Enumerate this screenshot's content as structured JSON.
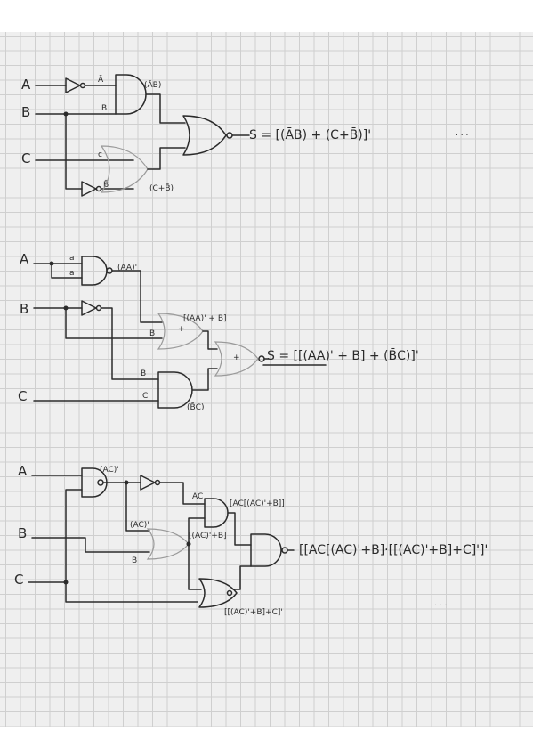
{
  "circuit1": {
    "input_a": "A",
    "input_b": "B",
    "input_c": "C",
    "and_in1": "Ā",
    "and_in2": "B",
    "and_out": "(ĀB)",
    "or_in1": "c",
    "not_b": "B̄",
    "or_out": "(C+B̄)",
    "expression": "S = [(ĀB) + (C+B̄)]'",
    "margin_dots": ". . ."
  },
  "circuit2": {
    "input_a": "A",
    "input_b": "B",
    "input_c": "C",
    "nand_in1": "a",
    "nand_in2": "a",
    "nand_out": "(AA)'",
    "not_b": "B̄",
    "or_in2": "B",
    "plus_sign": "+",
    "or_out": "[(AA)' + B]",
    "and_in2": "C",
    "and_out": "(B̄C)",
    "expression": "S = [[(AA)' + B] + (B̄C)]'"
  },
  "circuit3": {
    "input_a": "A",
    "input_b": "B",
    "input_c": "C",
    "nand_out": "(AC)'",
    "or_in1": "(AC)'",
    "and_in1": "AC",
    "or_in2": "B",
    "or_out": "[(AC)'+B]",
    "and_out": "[AC[(AC)'+B]]",
    "nor_out": "[[(AC)'+B]+C]'",
    "expression": "[[AC[(AC)'+B]·[[(AC)'+B]+C]']'",
    "margin_dots": ". . ."
  }
}
